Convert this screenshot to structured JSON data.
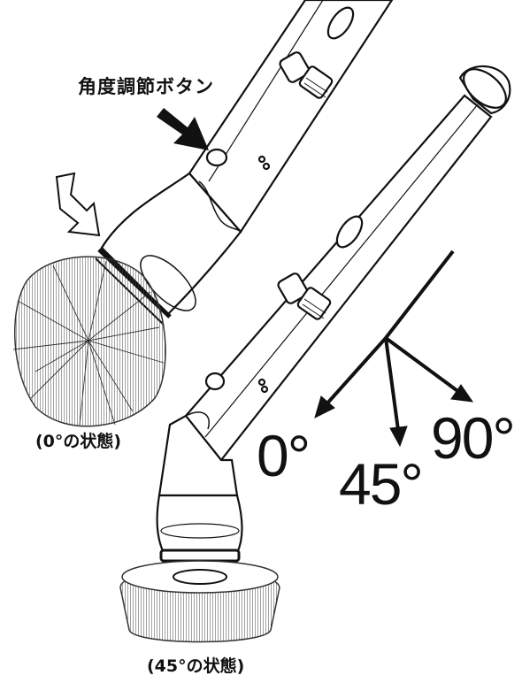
{
  "labels": {
    "button_callout": "角度調節ボタン",
    "caption_0": "(0°の状態)",
    "caption_45": "(45°の状態)"
  },
  "angles": {
    "deg_0": "0°",
    "deg_45": "45°",
    "deg_90": "90°"
  },
  "colors": {
    "ink": "#111111",
    "bristle": "#555555",
    "background": "#ffffff"
  }
}
